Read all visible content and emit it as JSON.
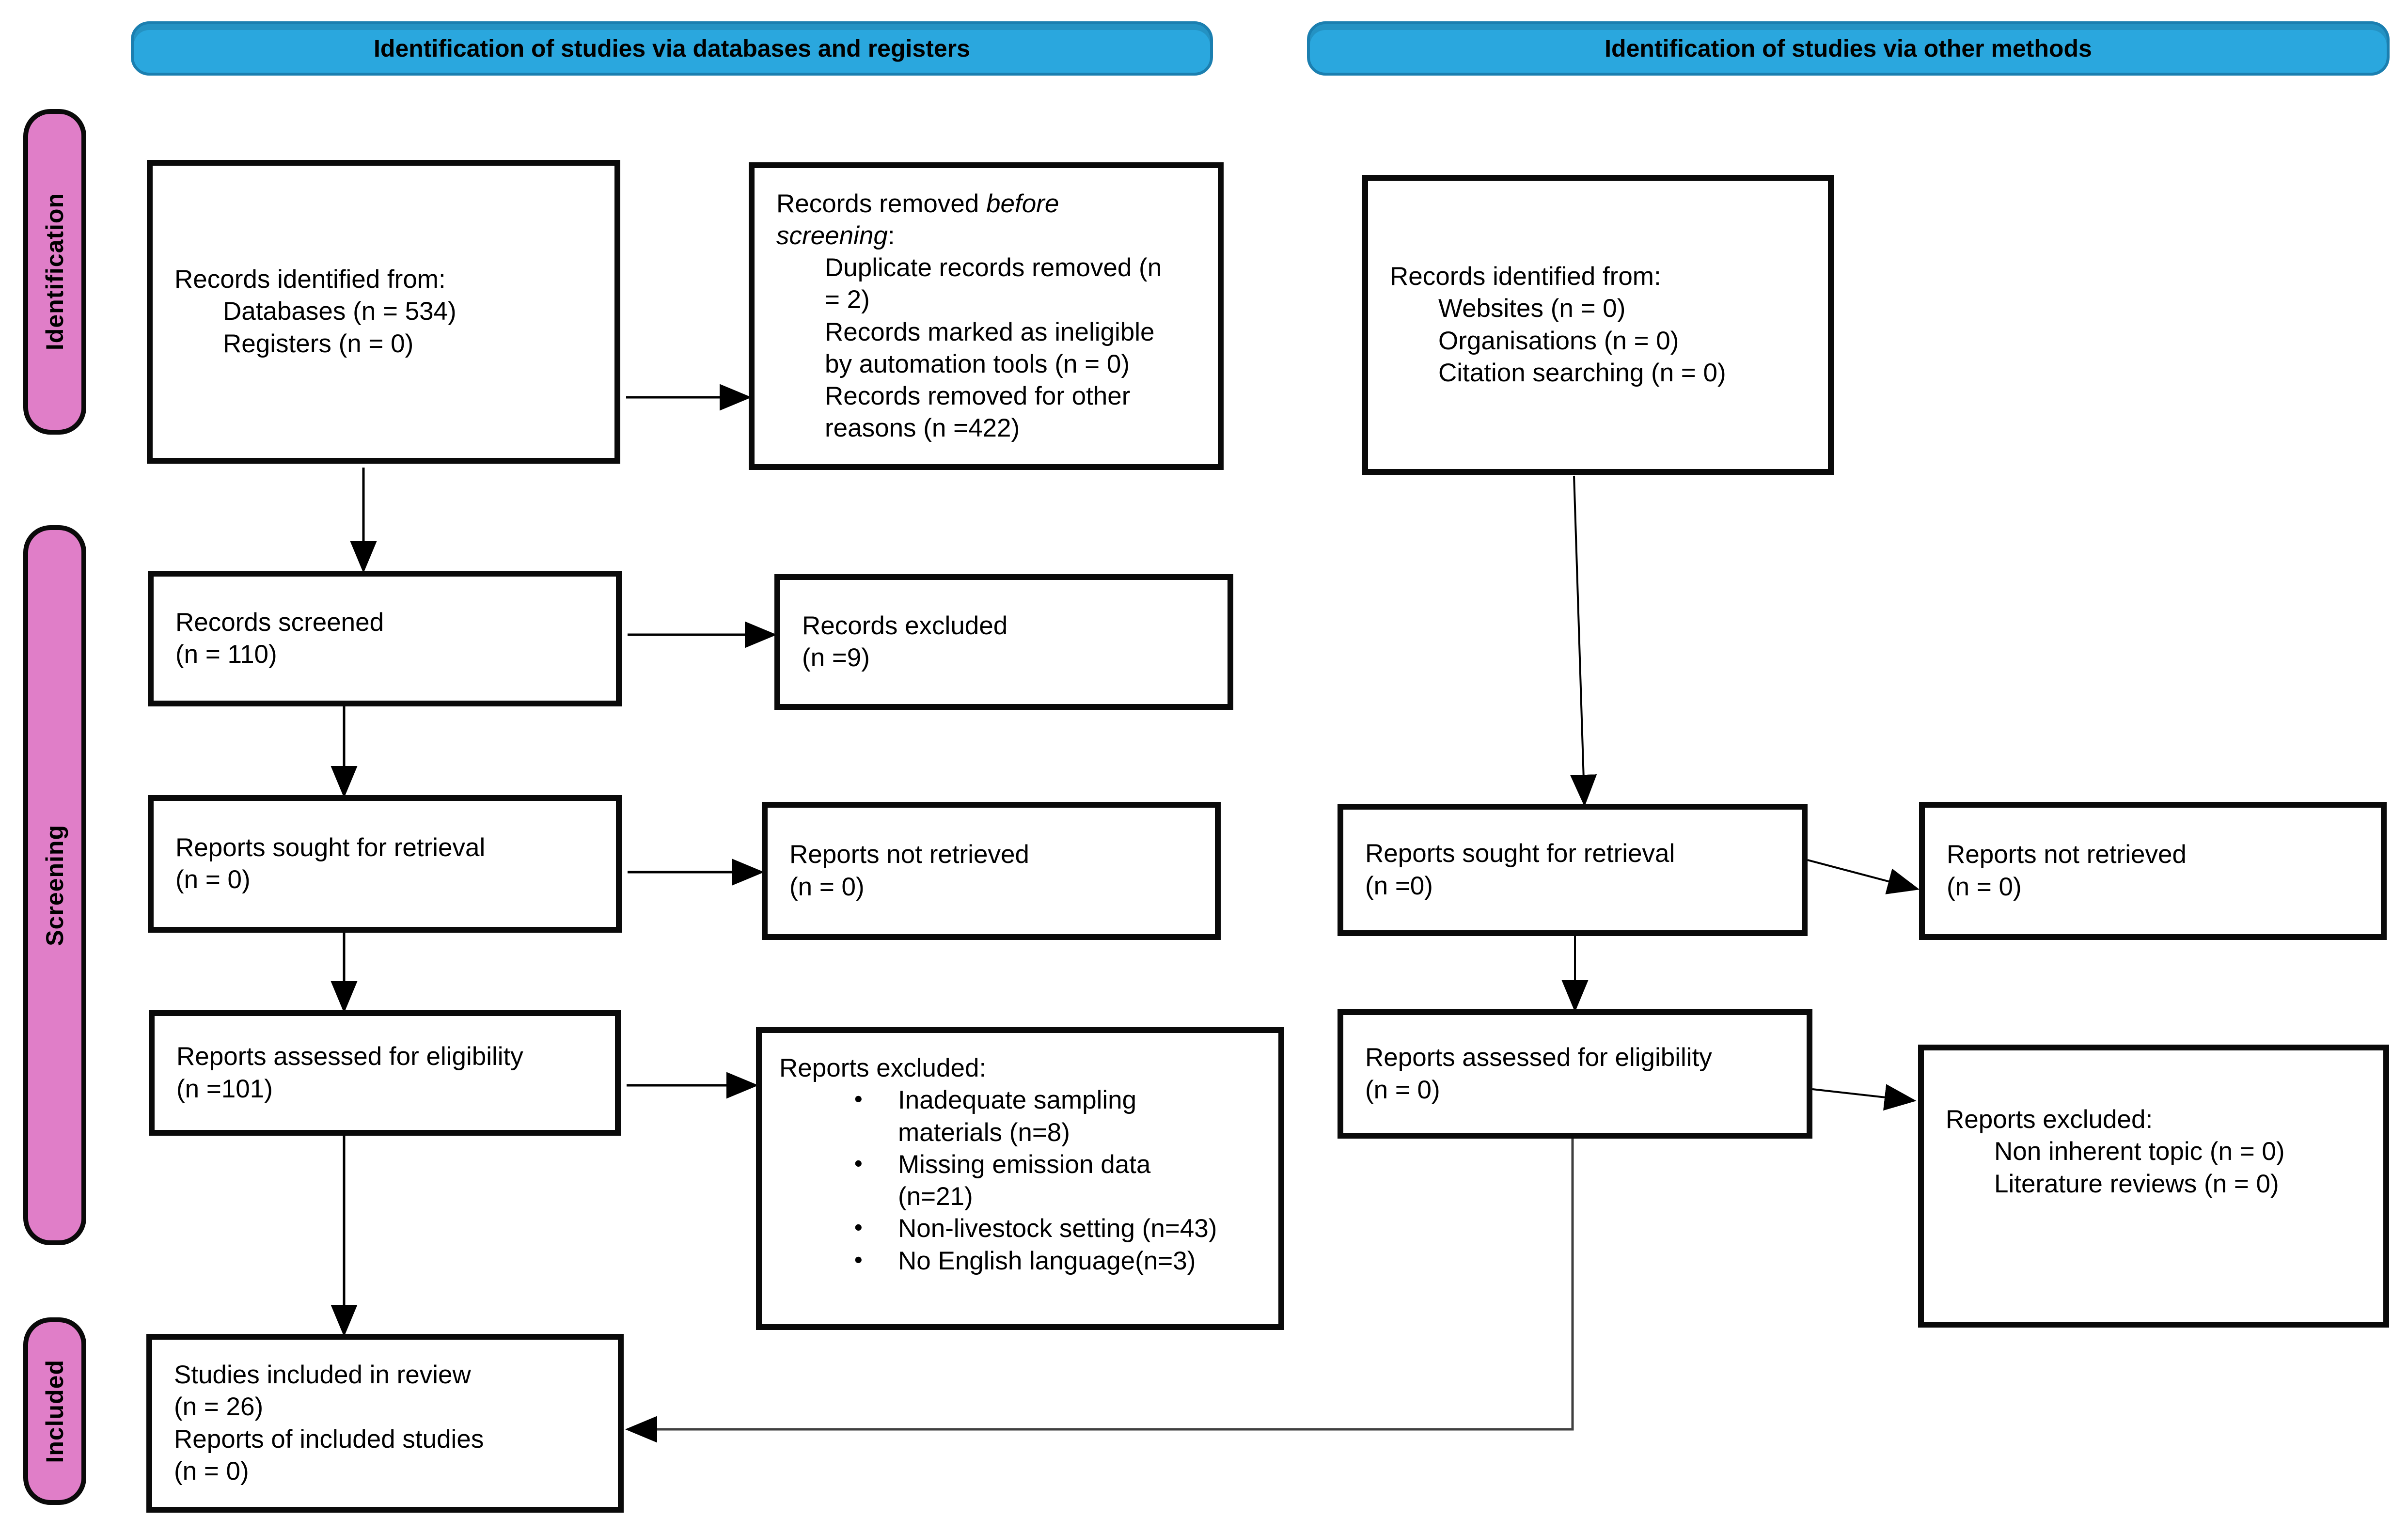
{
  "colors": {
    "banner_blue": "#2AA7DE",
    "banner_border": "#1B7FB0",
    "stage_pink": "#E07EC8"
  },
  "banners": {
    "databases": "Identification of studies via databases and registers",
    "other": "Identification of studies via other methods"
  },
  "stages": {
    "identification": "Identification",
    "screening": "Screening",
    "included": "Included"
  },
  "boxes": {
    "identified_db": {
      "title": "Records identified from:",
      "items": [
        "Databases (n = 534)",
        "Registers (n = 0)"
      ]
    },
    "removed_before_screening": {
      "title_pre": "Records removed ",
      "title_italic": "before screening",
      "title_post": ":",
      "items": [
        "Duplicate records removed (n = 2)",
        "Records marked as ineligible by automation tools (n = 0)",
        "Records removed for other reasons (n =422)"
      ]
    },
    "screened": {
      "line1": "Records screened",
      "line2": "(n = 110)"
    },
    "records_excluded": {
      "line1": "Records excluded",
      "line2": "(n =9)"
    },
    "sought_db": {
      "line1": "Reports sought for retrieval",
      "line2": "(n = 0)"
    },
    "not_retrieved_db": {
      "line1": "Reports not retrieved",
      "line2": "(n = 0)"
    },
    "assessed_db": {
      "line1": "Reports assessed for eligibility",
      "line2": "(n =101)"
    },
    "reports_excluded_db": {
      "title": "Reports excluded:",
      "bullets": [
        "Inadequate sampling materials (n=8)",
        "Missing emission data (n=21)",
        "Non-livestock setting (n=43)",
        "No English language(n=3)"
      ]
    },
    "included": {
      "lines": [
        "Studies included in review",
        "(n = 26)",
        "Reports of included studies",
        "(n = 0)"
      ]
    },
    "identified_other": {
      "title": "Records identified from:",
      "items": [
        "Websites (n = 0)",
        "Organisations (n = 0)",
        "Citation searching (n = 0)"
      ]
    },
    "sought_other": {
      "line1": "Reports sought for retrieval",
      "line2": "(n =0)"
    },
    "not_retrieved_other": {
      "line1": "Reports not retrieved",
      "line2": "(n = 0)"
    },
    "assessed_other": {
      "line1": "Reports assessed for eligibility",
      "line2": "(n = 0)"
    },
    "reports_excluded_other": {
      "title": "Reports excluded:",
      "items": [
        "Non inherent topic (n = 0)",
        "Literature reviews (n = 0)"
      ]
    }
  }
}
